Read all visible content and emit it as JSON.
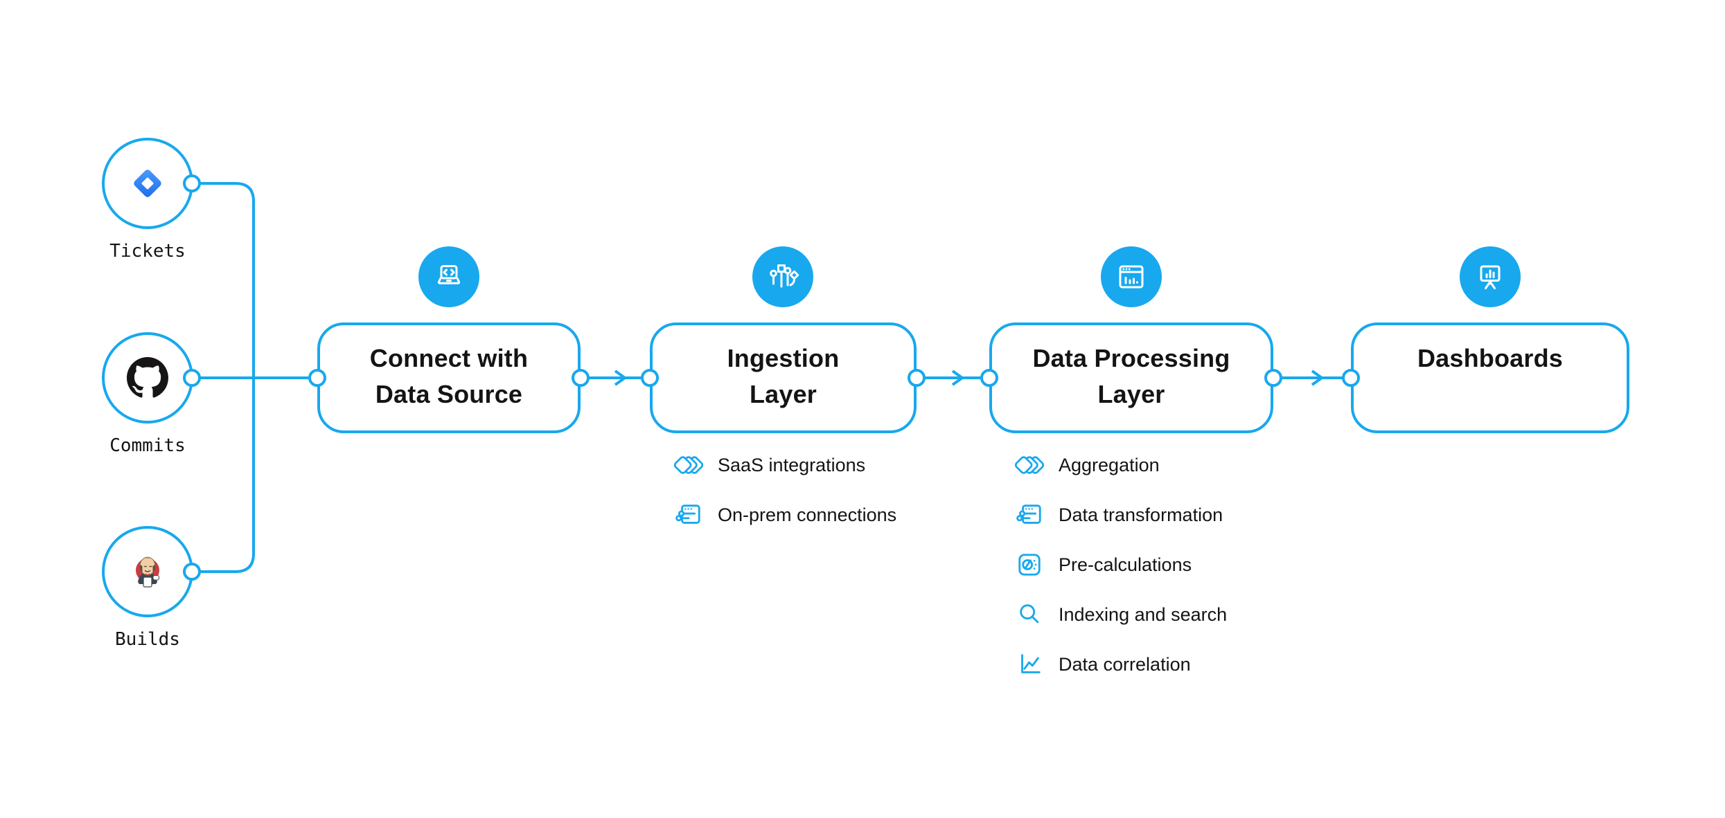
{
  "colors": {
    "accent": "#18a8ee",
    "ink": "#141414",
    "background": "#ffffff"
  },
  "sources": [
    {
      "id": "tickets",
      "label": "Tickets",
      "icon": "jira-icon"
    },
    {
      "id": "commits",
      "label": "Commits",
      "icon": "github-icon"
    },
    {
      "id": "builds",
      "label": "Builds",
      "icon": "jenkins-icon"
    }
  ],
  "stages": [
    {
      "id": "connect",
      "title_lines": [
        "Connect with",
        "Data Source"
      ],
      "badge_icon": "laptop-code-icon",
      "items": []
    },
    {
      "id": "ingestion",
      "title_lines": [
        "Ingestion",
        "Layer"
      ],
      "badge_icon": "data-pipes-icon",
      "items": [
        {
          "icon": "stacked-diamonds-icon",
          "label": "SaaS integrations"
        },
        {
          "icon": "window-sliders-icon",
          "label": "On-prem connections"
        }
      ]
    },
    {
      "id": "processing",
      "title_lines": [
        "Data Processing",
        "Layer"
      ],
      "badge_icon": "window-chart-icon",
      "items": [
        {
          "icon": "stacked-diamonds-icon",
          "label": "Aggregation"
        },
        {
          "icon": "window-sliders-icon",
          "label": "Data transformation"
        },
        {
          "icon": "gauge-icon",
          "label": "Pre-calculations"
        },
        {
          "icon": "magnifier-icon",
          "label": "Indexing and search"
        },
        {
          "icon": "line-chart-icon",
          "label": "Data correlation"
        }
      ]
    },
    {
      "id": "dashboards",
      "title_lines": [
        "Dashboards"
      ],
      "badge_icon": "presentation-chart-icon",
      "items": []
    }
  ]
}
